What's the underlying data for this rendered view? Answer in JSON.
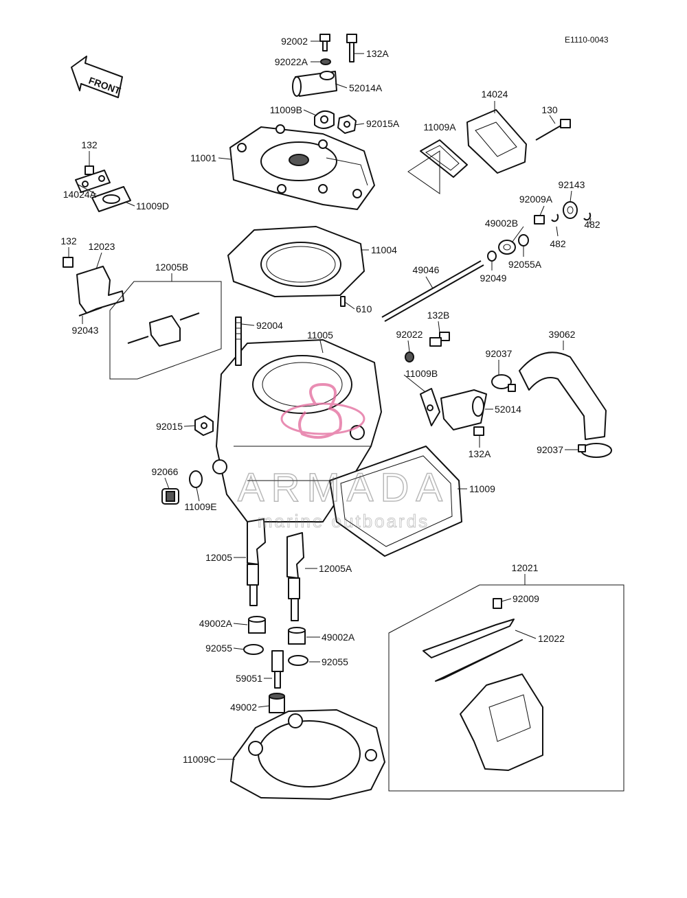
{
  "diagram_code": "E1110-0043",
  "direction_label": "FRONT",
  "watermark": {
    "brand": "ARMADA",
    "tagline": "marine outboards",
    "brand_color": "#e2679a"
  },
  "parts": {
    "p92002": "92002",
    "p92022A": "92022A",
    "p132A_top": "132A",
    "p52014A": "52014A",
    "p11009B_top": "11009B",
    "p92015A": "92015A",
    "p11001": "11001",
    "p14024": "14024",
    "p130": "130",
    "p11009A": "11009A",
    "p132_left": "132",
    "p14024A": "14024A",
    "p11009D": "11009D",
    "p92143": "92143",
    "p92009A": "92009A",
    "p482a": "482",
    "p482b": "482",
    "p49002B": "49002B",
    "p92055A": "92055A",
    "p92049": "92049",
    "p11004": "11004",
    "p132_mid": "132",
    "p12023": "12023",
    "p12005B": "12005B",
    "p49046": "49046",
    "p610": "610",
    "p92043": "92043",
    "p92004": "92004",
    "p11005": "11005",
    "p132B": "132B",
    "p92022": "92022",
    "p39062": "39062",
    "p92037a": "92037",
    "p11009B_mid": "11009B",
    "p52014": "52014",
    "p92015": "92015",
    "p132A_mid": "132A",
    "p92037b": "92037",
    "p92066": "92066",
    "p11009E": "11009E",
    "p11009": "11009",
    "p12005": "12005",
    "p12005A": "12005A",
    "p12021": "12021",
    "p92009": "92009",
    "p49002A_l": "49002A",
    "p49002A_r": "49002A",
    "p12022": "12022",
    "p92055_l": "92055",
    "p92055_r": "92055",
    "p59051": "59051",
    "p49002": "49002",
    "p11009C": "11009C"
  }
}
